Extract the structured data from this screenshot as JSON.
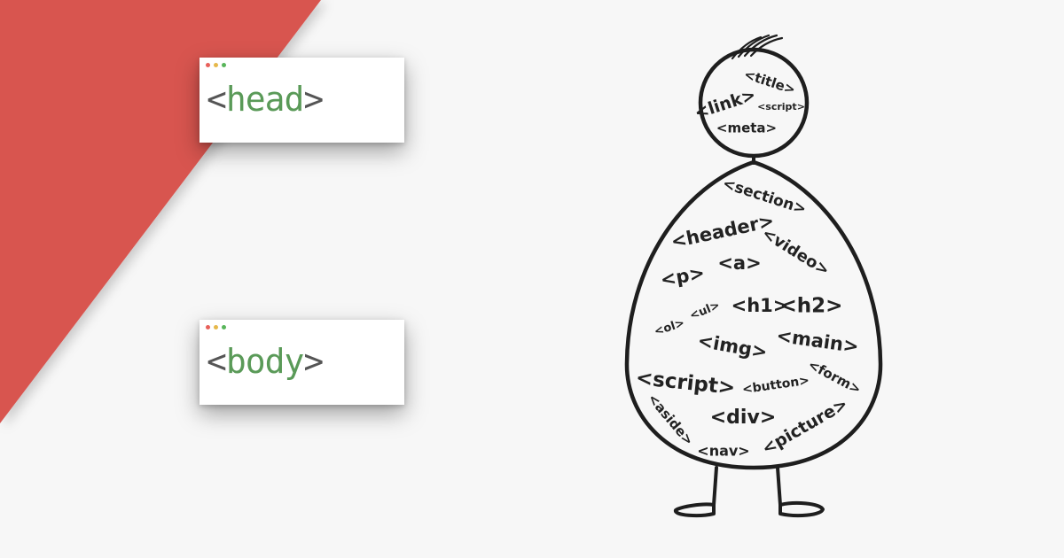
{
  "colors": {
    "background": "#f7f7f7",
    "accent_red": "#d85450",
    "tag_green": "#5a9a58",
    "bracket_gray": "#555555",
    "ink": "#222222",
    "dot_red": "#e8605a",
    "dot_yellow": "#e6b84a",
    "dot_green": "#58b55a"
  },
  "head_card": {
    "open_bracket": "<",
    "tag": "head",
    "close_bracket": ">"
  },
  "body_card": {
    "open_bracket": "<",
    "tag": "body",
    "close_bracket": ">"
  },
  "figure": {
    "head_tags": [
      "<title>",
      "<link>",
      "<script>",
      "<meta>"
    ],
    "body_tags": [
      "<section>",
      "<header>",
      "<video>",
      "<p>",
      "<a>",
      "<h1>",
      "<h2>",
      "<ol>",
      "<ul>",
      "<img>",
      "<main>",
      "<script>",
      "<button>",
      "<form>",
      "<aside>",
      "<div>",
      "<picture>",
      "<nav>"
    ]
  }
}
